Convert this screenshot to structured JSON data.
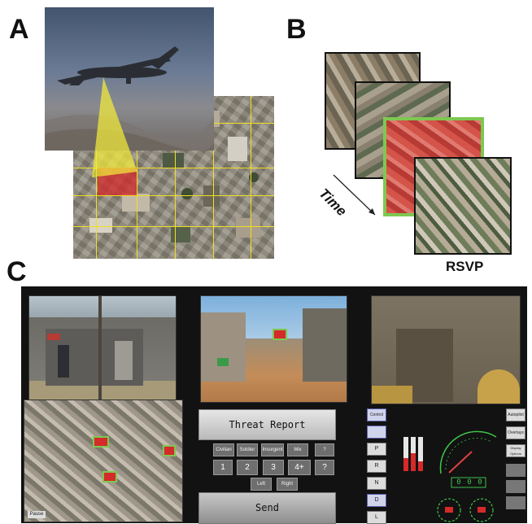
{
  "panels": {
    "a": {
      "letter": "A"
    },
    "b": {
      "letter": "B",
      "time_label": "Time",
      "rsvp_label": "RSVP"
    },
    "c": {
      "letter": "C"
    }
  },
  "sim": {
    "threat_report_label": "Threat Report",
    "send_label": "Send",
    "class_buttons": [
      "Civilian",
      "Soldier",
      "Insurgent",
      "Mix",
      "?"
    ],
    "count_buttons": [
      "1",
      "2",
      "3",
      "4+",
      "?"
    ],
    "dir_buttons": [
      "Left",
      "Right"
    ],
    "side_left": [
      "Control",
      "",
      "P",
      "R",
      "N",
      "D",
      "L"
    ],
    "side_right": [
      "Autopilot",
      "Overlays",
      "Display Options"
    ],
    "odometer": [
      "0",
      "0",
      "0"
    ],
    "bottom_left_label": "Pause"
  },
  "colors": {
    "highlight_red": "#d42a2a",
    "target_green": "#7ec850",
    "grid_yellow": "#f0e020",
    "cone_yellow": "#f2ec3a"
  }
}
